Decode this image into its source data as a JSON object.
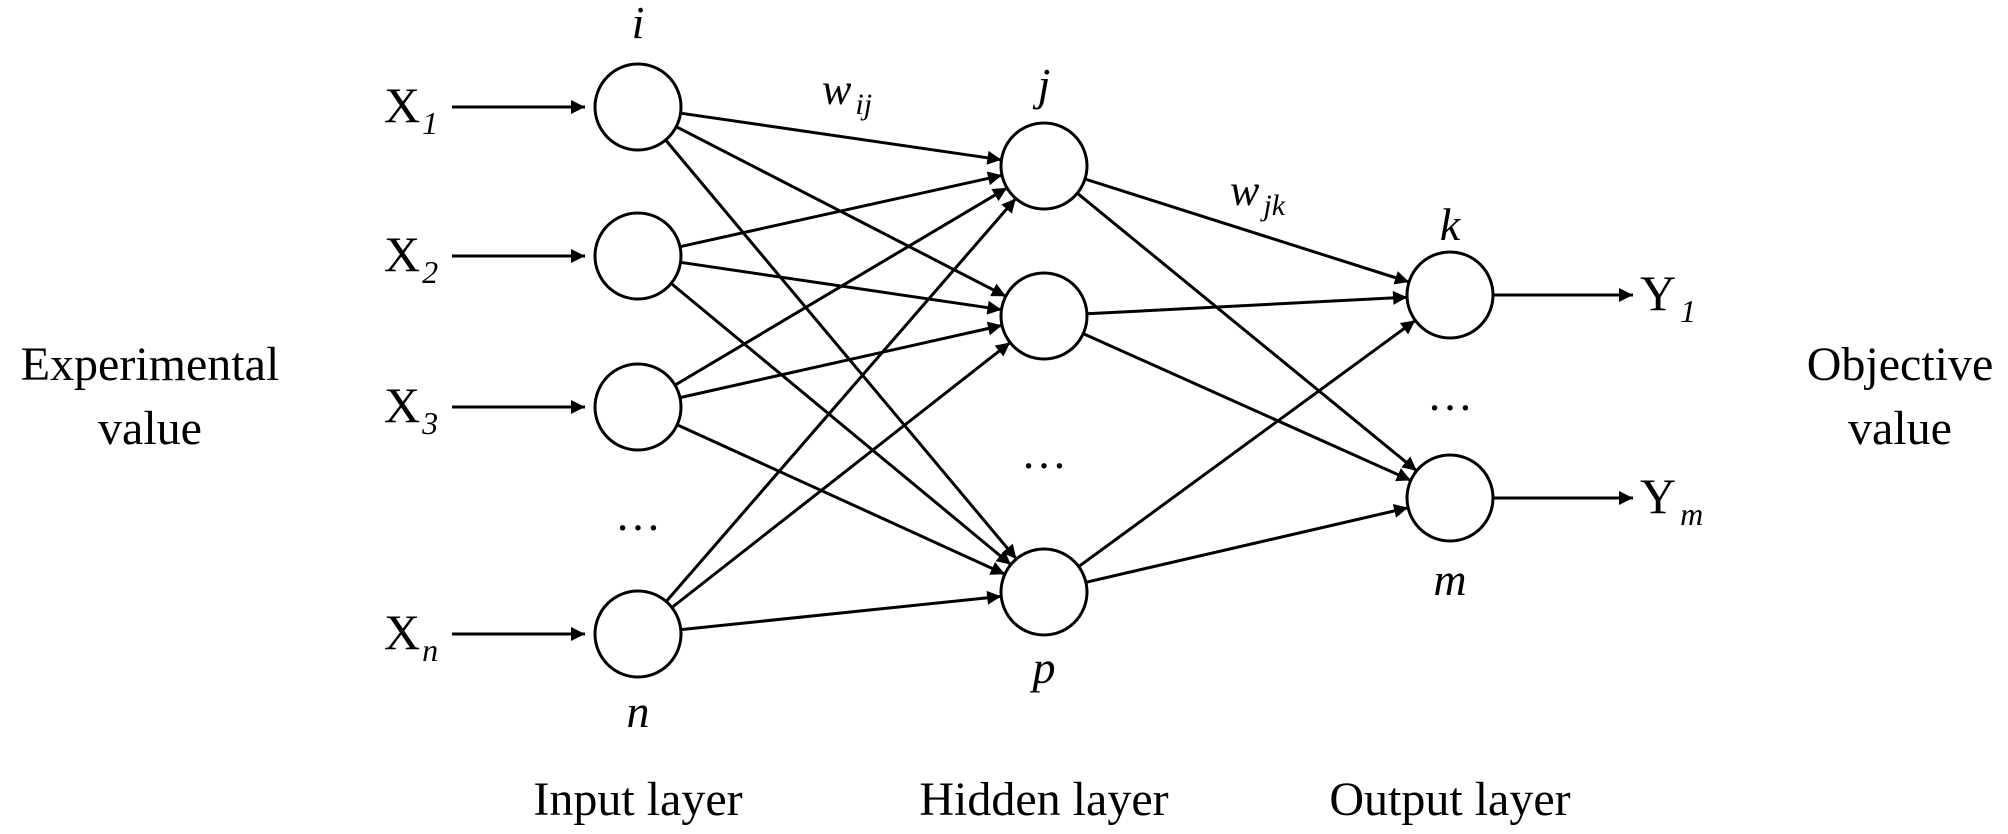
{
  "colors": {
    "stroke": "#000000",
    "background": "#ffffff"
  },
  "side_labels": {
    "left_line1": "Experimental",
    "left_line2": "value",
    "right_line1": "Objective",
    "right_line2": "value"
  },
  "layer_labels": {
    "input": "Input layer",
    "hidden": "Hidden layer",
    "output": "Output layer"
  },
  "inputs": [
    {
      "base": "X",
      "sub": "1"
    },
    {
      "base": "X",
      "sub": "2"
    },
    {
      "base": "X",
      "sub": "3"
    },
    {
      "base": "X",
      "sub": "n"
    }
  ],
  "outputs": [
    {
      "base": "Y",
      "sub": "1"
    },
    {
      "base": "Y",
      "sub": "m"
    }
  ],
  "node_indices": {
    "input_top": "i",
    "input_bottom": "n",
    "hidden_top": "j",
    "hidden_bottom": "p",
    "output_top": "k",
    "output_bottom": "m"
  },
  "weights": {
    "input_hidden": {
      "base": "w",
      "sub": "ij"
    },
    "hidden_output": {
      "base": "w",
      "sub": "jk"
    }
  },
  "ellipsis": "…",
  "connections": {
    "input_to_hidden": "all",
    "hidden_to_output": "all"
  }
}
